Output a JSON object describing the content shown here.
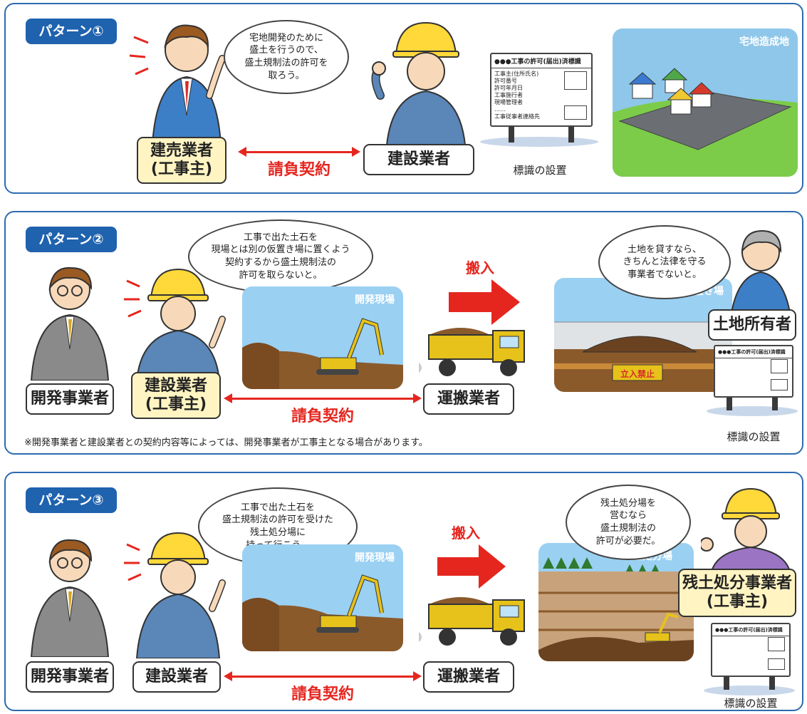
{
  "colors": {
    "accent_blue": "#1f62ae",
    "contract_red": "#e5261f",
    "role_yellow": "#fff4c2"
  },
  "p1": {
    "tag": "パターン①",
    "bubble": "宅地開発のために\n盛土を行うので、\n盛土規制法の許可を\n取ろう。",
    "role_a": "建売業者\n(工事主)",
    "role_b": "建設業者",
    "contract": "請負契約",
    "sign_header": "●●●工事の許可(届出)済標識",
    "sign_rows": "工事主(住所氏名)\n許可番号\n許可年月日\n工事施行者\n現場管理者\n……\n工事従事者連絡先",
    "sign_caption": "標識の設置",
    "scene": "宅地造成地"
  },
  "p2": {
    "tag": "パターン②",
    "bubble": "工事で出た土石を\n現場とは別の仮置き場に置くよう\n契約するから盛土規制法の\n許可を取らないと。",
    "role_dev": "開発事業者",
    "role_con": "建設業者\n(工事主)",
    "role_trans": "運搬業者",
    "contract": "請負契約",
    "move": "搬入",
    "scene1": "開発現場",
    "scene2": "土石の仮置き場",
    "no_entry": "立入禁止",
    "bubble2": "土地を貸すなら、\nきちんと法律を守る\n事業者でないと。",
    "role_owner": "土地所有者",
    "sign_header": "●●●工事の許可(届出)済標識",
    "sign_caption": "標識の設置",
    "note": "※開発事業者と建設業者との契約内容等によっては、開発事業者が工事主となる場合があります。"
  },
  "p3": {
    "tag": "パターン③",
    "bubble": "工事で出た土石を\n盛土規制法の許可を受けた\n残土処分場に\n持って行こう。",
    "role_dev": "開発事業者",
    "role_con": "建設業者",
    "role_trans": "運搬業者",
    "contract": "請負契約",
    "move": "搬入",
    "scene1": "開発現場",
    "scene2": "残土処分場",
    "bubble2": "残土処分場を\n営むなら\n盛土規制法の\n許可が必要だ。",
    "role_disposal": "残土処分事業者\n(工事主)",
    "sign_header": "●●●工事の許可(届出)済標識",
    "sign_caption": "標識の設置"
  }
}
